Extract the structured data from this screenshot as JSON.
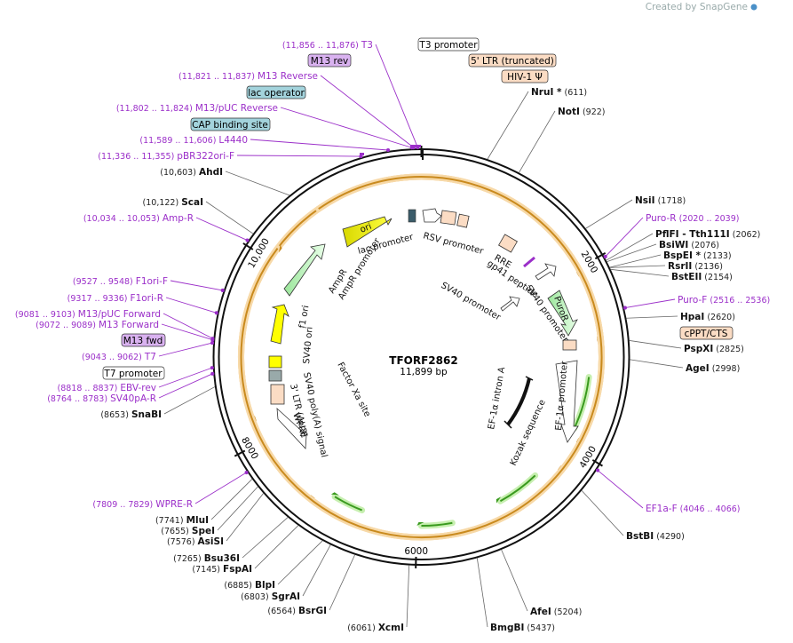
{
  "watermark": "Created by SnapGene",
  "plasmid": {
    "name": "TFORF2862",
    "size_label": "11,899 bp",
    "length": 11899
  },
  "ticks": [
    "2000",
    "4000",
    "6000",
    "8000",
    "10,000"
  ],
  "colors": {
    "orange_arrow": "#c98a1e",
    "orange_halo": "#f7d9a8",
    "green_arrow": "#3a9a1f",
    "green_halo": "#c7efb0",
    "primer": "#9b2fc9",
    "misc_box": "#a3d3dc",
    "ltr_box": "#fbdcc4"
  },
  "enzymes": [
    {
      "name": "NruI",
      "star": true,
      "pos": "(611)"
    },
    {
      "name": "NotI",
      "pos": "(922)"
    },
    {
      "name": "NsiI",
      "pos": "(1718)"
    },
    {
      "name": "PflFI",
      "extra": "- Tth111I",
      "pos": "(2062)"
    },
    {
      "name": "BsiWI",
      "pos": "(2076)"
    },
    {
      "name": "BspEI",
      "star": true,
      "pos": "(2133)"
    },
    {
      "name": "RsrII",
      "pos": "(2136)"
    },
    {
      "name": "BstEII",
      "pos": "(2154)"
    },
    {
      "name": "HpaI",
      "pos": "(2620)"
    },
    {
      "name": "PspXI",
      "pos": "(2825)"
    },
    {
      "name": "AgeI",
      "pos": "(2998)"
    },
    {
      "name": "BstBI",
      "pos": "(4290)"
    },
    {
      "name": "AfeI",
      "pos": "(5204)"
    },
    {
      "name": "BmgBI",
      "pos": "(5437)"
    },
    {
      "name": "XcmI",
      "pos": "(6061)"
    },
    {
      "name": "BsrGI",
      "pos": "(6564)"
    },
    {
      "name": "SgrAI",
      "pos": "(6803)"
    },
    {
      "name": "BlpI",
      "pos": "(6885)"
    },
    {
      "name": "FspAI",
      "pos": "(7145)"
    },
    {
      "name": "Bsu36I",
      "pos": "(7265)"
    },
    {
      "name": "AsiSI",
      "pos": "(7576)"
    },
    {
      "name": "SpeI",
      "pos": "(7655)"
    },
    {
      "name": "MluI",
      "pos": "(7741)"
    },
    {
      "name": "SnaBI",
      "pos": "(8653)"
    },
    {
      "name": "ScaI",
      "pos": "(10,122)"
    },
    {
      "name": "AhdI",
      "pos": "(10,603)"
    }
  ],
  "primers": [
    {
      "name": "T3",
      "range": "(11,856 .. 11,876)"
    },
    {
      "name": "M13 Reverse",
      "range": "(11,821 .. 11,837)"
    },
    {
      "name": "M13/pUC Reverse",
      "range": "(11,802 .. 11,824)"
    },
    {
      "name": "L4440",
      "range": "(11,589 .. 11,606)"
    },
    {
      "name": "pBR322ori-F",
      "range": "(11,336 .. 11,355)"
    },
    {
      "name": "Amp-R",
      "range": "(10,034 .. 10,053)"
    },
    {
      "name": "F1ori-F",
      "range": "(9527 .. 9548)"
    },
    {
      "name": "F1ori-R",
      "range": "(9317 .. 9336)"
    },
    {
      "name": "M13/pUC Forward",
      "range": "(9081 .. 9103)"
    },
    {
      "name": "M13 Forward",
      "range": "(9072 .. 9089)"
    },
    {
      "name": "T7",
      "range": "(9043 .. 9062)"
    },
    {
      "name": "EBV-rev",
      "range": "(8818 .. 8837)"
    },
    {
      "name": "SV40pA-R",
      "range": "(8764 .. 8783)"
    },
    {
      "name": "WPRE-R",
      "range": "(7809 .. 7829)"
    },
    {
      "name": "Puro-R",
      "range": "(2020 .. 2039)"
    },
    {
      "name": "Puro-F",
      "range": "(2516 .. 2536)"
    },
    {
      "name": "EF1a-F",
      "range": "(4046 .. 4066)"
    }
  ],
  "boxed_labels": {
    "m13rev": "M13 rev",
    "lac_operator": "lac operator",
    "cap_site": "CAP binding site",
    "m13fwd": "M13 fwd",
    "t7_promoter": "T7 promoter",
    "t3_promoter": "T3 promoter",
    "ltr5": "5' LTR (truncated)",
    "hiv": "HIV-1 Ψ",
    "cppt": "cPPT/CTS"
  },
  "features": {
    "lac_promoter": "lac promoter",
    "rsv_promoter": "RSV promoter",
    "rre": "RRE",
    "gp41": "gp41 peptide",
    "sv40_promoter_1": "SV40 promoter",
    "sv40_promoter_2": "SV40 promoter",
    "puror": "PuroR",
    "ef1a_promoter": "EF-1α promoter",
    "ef1a_intron": "EF-1α intron A",
    "kozak": "Kozak sequence",
    "factor_xa": "Factor Xa site",
    "sv40_polya": "SV40 poly(A) signal",
    "ltr3": "3' LTR (ΔU3)",
    "wpre": "WPRE",
    "f1_ori": "f1 ori",
    "sv40_ori": "SV40 ori",
    "ampr": "AmpR",
    "ampr_promoter": "AmpR promoter",
    "ori": "ori"
  }
}
